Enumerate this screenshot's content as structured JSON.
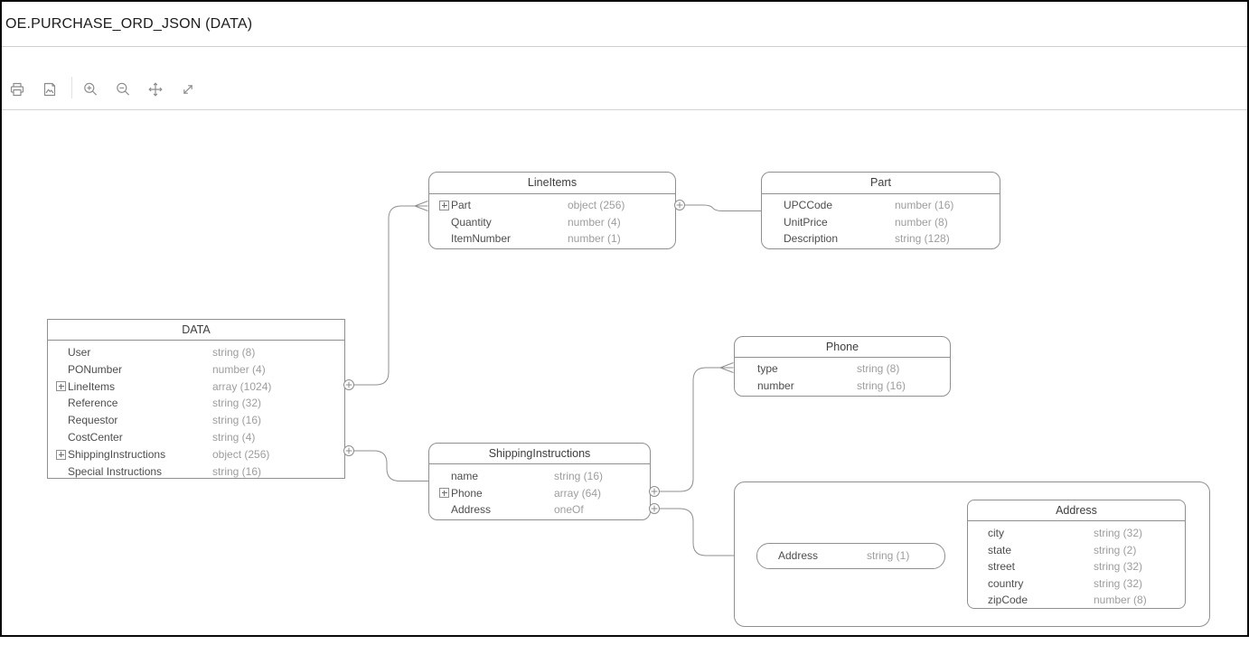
{
  "header": {
    "title": "OE.PURCHASE_ORD_JSON (DATA)"
  },
  "toolbar": {
    "icons": [
      "printer-icon",
      "export-image-icon",
      "zoom-in-icon",
      "zoom-out-icon",
      "pan-icon",
      "resize-diagonal-icon"
    ]
  },
  "colors": {
    "frame_border": "#0a0a0a",
    "divider": "#cfcfcf",
    "box_border": "#8f8f8f",
    "field_name_text": "#4d4d4d",
    "field_type_text": "#9d9d9d",
    "toolbar_icon": "#8a8a8a",
    "connector": "#8f8f8f"
  },
  "diagram": {
    "entities": [
      {
        "id": "data",
        "title": "DATA",
        "fields": [
          {
            "name": "User",
            "type": "string (8)"
          },
          {
            "name": "PONumber",
            "type": "number (4)"
          },
          {
            "name": "LineItems",
            "type": "array (1024)",
            "expandable": true
          },
          {
            "name": "Reference",
            "type": "string (32)"
          },
          {
            "name": "Requestor",
            "type": "string (16)"
          },
          {
            "name": "CostCenter",
            "type": "string (4)"
          },
          {
            "name": "ShippingInstructions",
            "type": "object (256)",
            "expandable": true
          },
          {
            "name": "Special Instructions",
            "type": "string (16)"
          }
        ]
      },
      {
        "id": "lineitems",
        "title": "LineItems",
        "fields": [
          {
            "name": "Part",
            "type": "object (256)",
            "expandable": true
          },
          {
            "name": "Quantity",
            "type": "number (4)"
          },
          {
            "name": "ItemNumber",
            "type": "number (1)"
          }
        ]
      },
      {
        "id": "part",
        "title": "Part",
        "fields": [
          {
            "name": "UPCCode",
            "type": "number (16)"
          },
          {
            "name": "UnitPrice",
            "type": "number (8)"
          },
          {
            "name": "Description",
            "type": "string (128)"
          }
        ]
      },
      {
        "id": "phone",
        "title": "Phone",
        "fields": [
          {
            "name": "type",
            "type": "string (8)"
          },
          {
            "name": "number",
            "type": "string (16)"
          }
        ]
      },
      {
        "id": "shippinginstructions",
        "title": "ShippingInstructions",
        "fields": [
          {
            "name": "name",
            "type": "string (16)"
          },
          {
            "name": "Phone",
            "type": "array (64)",
            "expandable": true
          },
          {
            "name": "Address",
            "type": "oneOf"
          }
        ]
      },
      {
        "id": "address-group",
        "title": "",
        "group": true,
        "fields": []
      },
      {
        "id": "address-option",
        "title": "",
        "single": true,
        "fields": [
          {
            "name": "Address",
            "type": "string (1)"
          }
        ]
      },
      {
        "id": "address",
        "title": "Address",
        "fields": [
          {
            "name": "city",
            "type": "string (32)"
          },
          {
            "name": "state",
            "type": "string (2)"
          },
          {
            "name": "street",
            "type": "string (32)"
          },
          {
            "name": "country",
            "type": "string (32)"
          },
          {
            "name": "zipCode",
            "type": "number (8)"
          }
        ]
      }
    ],
    "connections": [
      {
        "from": "DATA.LineItems",
        "to": "LineItems",
        "cardinality": "many"
      },
      {
        "from": "DATA.ShippingInstructions",
        "to": "ShippingInstructions",
        "cardinality": "one"
      },
      {
        "from": "LineItems.Part",
        "to": "Part",
        "cardinality": "one"
      },
      {
        "from": "ShippingInstructions.Phone",
        "to": "Phone",
        "cardinality": "many"
      },
      {
        "from": "ShippingInstructions.Address",
        "to": "Address group",
        "cardinality": "one"
      }
    ]
  }
}
